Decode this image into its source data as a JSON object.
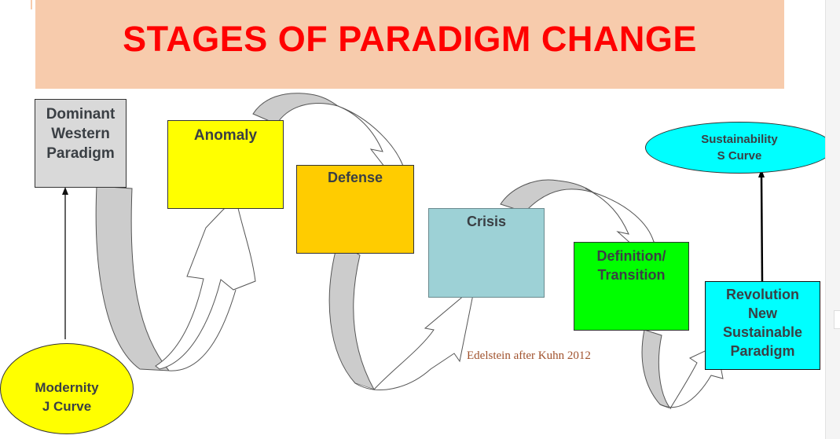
{
  "title": "STAGES OF PARADIGM CHANGE",
  "stages": {
    "dominant": "Dominant Western Paradigm",
    "dominant_lines": [
      "Dominant",
      "Western",
      "Paradigm"
    ],
    "anomaly": "Anomaly",
    "defense": "Defense",
    "crisis": "Crisis",
    "definition_lines": [
      "Definition/",
      "Transition"
    ],
    "revolution_lines": [
      "Revolution",
      "New",
      "Sustainable",
      "Paradigm"
    ]
  },
  "modernity_lines": [
    "Modernity",
    "J Curve"
  ],
  "sustainability_lines": [
    "Sustainability",
    "S Curve"
  ],
  "credit": "Edelstein after Kuhn 2012",
  "colors": {
    "title": "#ff0000",
    "banner": "#f7cbac",
    "dominant": "#d9d9d9",
    "anomaly": "#ffff00",
    "defense": "#ffcc00",
    "crisis": "#9dd1d6",
    "definition": "#00ff00",
    "revolution": "#00ffff",
    "credit": "#a0522d"
  }
}
